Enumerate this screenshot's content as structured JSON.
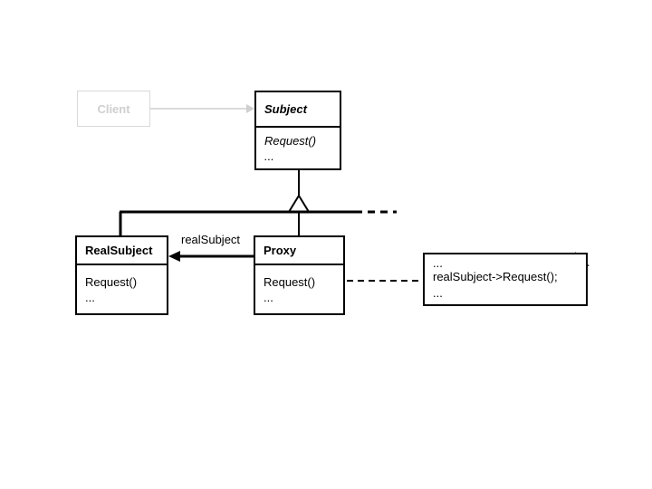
{
  "diagram": {
    "type": "uml-class-diagram",
    "title": "Proxy design pattern structure",
    "background_color": "#ffffff",
    "line_color": "#000000",
    "ghost_color": "#cfcfcf"
  },
  "classes": {
    "client": {
      "name": "Client",
      "style": "ghosted",
      "operations": []
    },
    "subject": {
      "name": "Subject",
      "style": "abstract",
      "operations": [
        "Request()",
        "..."
      ]
    },
    "realsubject": {
      "name": "RealSubject",
      "style": "concrete",
      "operations": [
        "Request()",
        "..."
      ]
    },
    "proxy": {
      "name": "Proxy",
      "style": "concrete",
      "operations": [
        "Request()",
        "..."
      ]
    }
  },
  "associations": {
    "proxy_to_realsubject_label": "realSubject"
  },
  "note": {
    "lines": [
      "...",
      "realSubject->Request();",
      "..."
    ]
  }
}
